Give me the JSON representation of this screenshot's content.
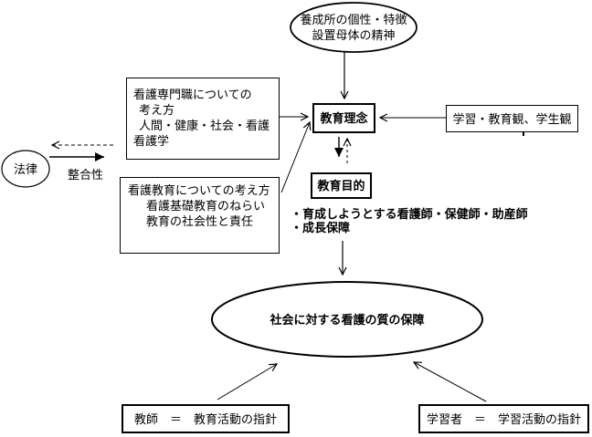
{
  "diagram": {
    "top_ellipse": {
      "line1": "養成所の個性・特徴",
      "line2": "設置母体の精神"
    },
    "profession_box": {
      "line1": "看護専門職についての",
      "line2": "考え方",
      "line3": "人間・健康・社会・看護",
      "line4": "看護学"
    },
    "education_box": {
      "line1": "看護教育についての考え方",
      "line2": "看護基礎教育のねらい",
      "line3": "教育の社会性と責任"
    },
    "philosophy_box": {
      "label": "教育理念"
    },
    "purpose_box": {
      "label": "教育目的"
    },
    "views_box": {
      "label": "学習・教育観、学生観"
    },
    "law_ellipse": {
      "label": "法律"
    },
    "consistency_label": "整合性",
    "goals": {
      "item1": "・育成しようとする看護師・保健師・助産師",
      "item2": "・成長保障"
    },
    "bottom_ellipse": {
      "label": "社会に対する看護の質の保障"
    },
    "teacher_box": {
      "label": "教師　＝　教育活動の指針"
    },
    "learner_box": {
      "label": "学習者　＝　学習活動の指針"
    },
    "colors": {
      "ink": "#000000",
      "background": "#ffffff"
    }
  }
}
